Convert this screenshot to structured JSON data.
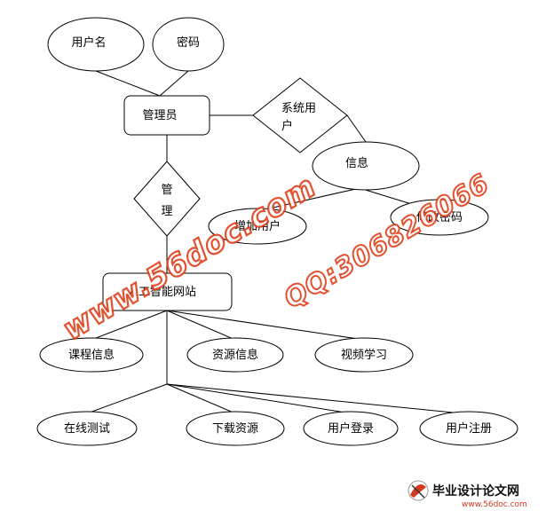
{
  "diagram": {
    "entities": {
      "admin": "管理员",
      "website": "人工智能网站"
    },
    "relationships": {
      "system_user": {
        "line1": "系统用",
        "line2": "户"
      },
      "manage": {
        "line1": "管",
        "line2": "理"
      }
    },
    "attributes": {
      "username": "用户名",
      "password": "密码",
      "info": "信息",
      "add_user": "增加用户",
      "change_pwd": "修改密码",
      "course_info": "课程信息",
      "resource_info": "资源信息",
      "video_learning": "视频学习",
      "online_test": "在线测试",
      "download_resource": "下载资源",
      "user_login": "用户登录",
      "user_register": "用户注册"
    }
  },
  "watermark": {
    "site": "www.56doc.com",
    "qq": "QQ:306826066"
  },
  "logo": {
    "title": "毕业设计论文网",
    "url": "www.56doc.com"
  }
}
